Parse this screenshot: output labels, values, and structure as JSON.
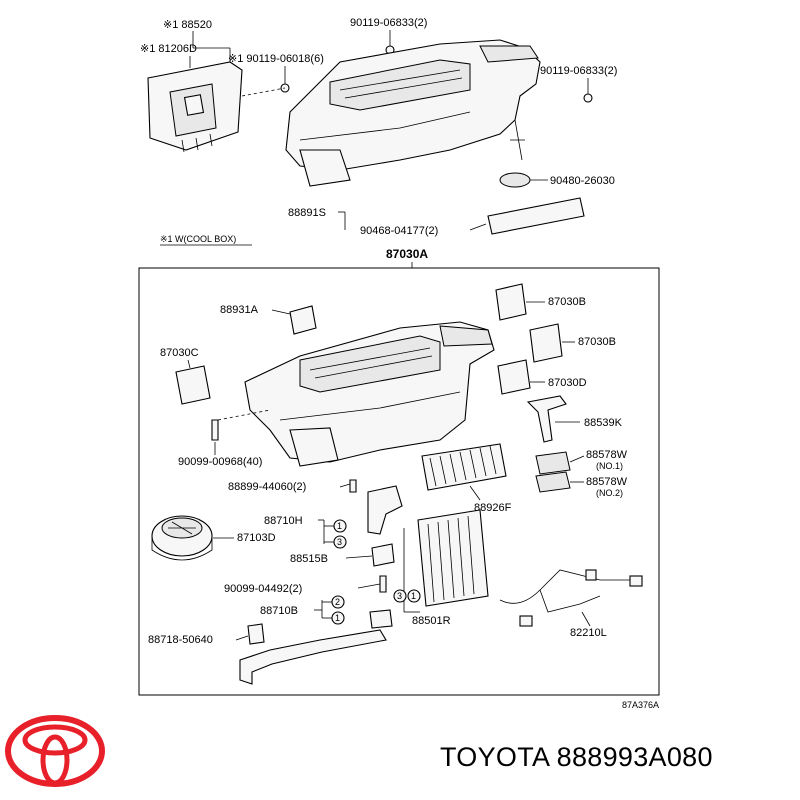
{
  "header": {
    "note_cool_box": "※1 W(COOL BOX)"
  },
  "labels": {
    "p88520": "※1 88520",
    "p81206D": "※1 81206D",
    "p90119_06018": "※1 90119-06018(6)",
    "p90119_06833_top": "90119-06833(2)",
    "p90119_06833_right": "90119-06833(2)",
    "p90480_26030": "90480-26030",
    "p88891S": "88891S",
    "p90468_04177": "90468-04177(2)",
    "p87030A": "87030A",
    "p88931A": "88931A",
    "p87030B_1": "87030B",
    "p87030B_2": "87030B",
    "p87030C": "87030C",
    "p87030D": "87030D",
    "p88539K": "88539K",
    "p88578W_1": "88578W",
    "p88578W_1_note": "(NO.1)",
    "p88578W_2": "88578W",
    "p88578W_2_note": "(NO.2)",
    "p90099_00968": "90099-00968(40)",
    "p88899_44060": "88899-44060(2)",
    "p88926F": "88926F",
    "p88710H": "88710H",
    "p87103D": "87103D",
    "p88515B": "88515B",
    "p90099_04492": "90099-04492(2)",
    "p88710B": "88710B",
    "p88501R": "88501R",
    "p82210L": "82210L",
    "p88718_50640": "88718-50640",
    "callout_1": "1",
    "callout_2": "2",
    "callout_3": "3",
    "ref_code": "87A376A"
  },
  "brand": {
    "text": "TOYOTA 888993A080",
    "logo_color": "#e8202a"
  }
}
